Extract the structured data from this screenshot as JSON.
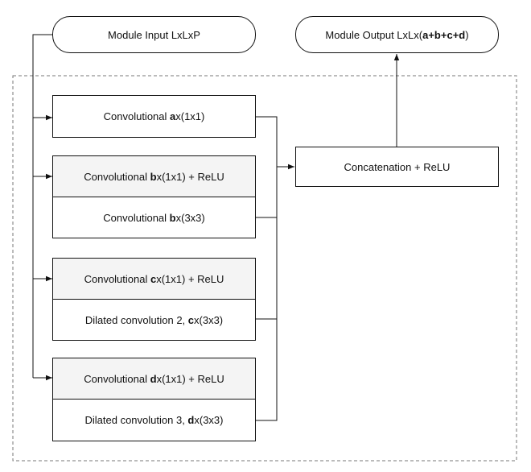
{
  "diagram": {
    "module_input": "Module Input LxLxP",
    "module_output": {
      "prefix": "Module Output LxLx(",
      "bold": "a+b+c+d",
      "suffix": ")"
    },
    "concatenation": "Concatenation + ReLU",
    "branch_a": {
      "conv": {
        "prefix": "Convolutional ",
        "bold": "a",
        "suffix": "x(1x1)"
      }
    },
    "branch_b": {
      "conv1": {
        "prefix": "Convolutional ",
        "bold": "b",
        "suffix": "x(1x1) + ReLU"
      },
      "conv2": {
        "prefix": "Convolutional ",
        "bold": "b",
        "suffix": "x(3x3)"
      }
    },
    "branch_c": {
      "conv1": {
        "prefix": "Convolutional ",
        "bold": "c",
        "suffix": "x(1x1) + ReLU"
      },
      "conv2": {
        "prefix": "Dilated convolution 2, ",
        "bold": "c",
        "suffix": "x(3x3)"
      }
    },
    "branch_d": {
      "conv1": {
        "prefix": "Convolutional ",
        "bold": "d",
        "suffix": "x(1x1) + ReLU"
      },
      "conv2": {
        "prefix": "Dilated convolution 3, ",
        "bold": "d",
        "suffix": "x(3x3)"
      }
    }
  }
}
